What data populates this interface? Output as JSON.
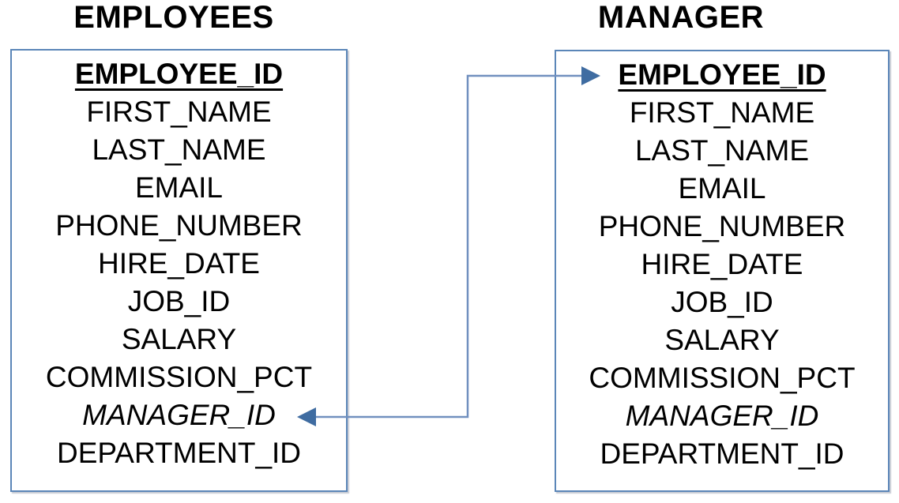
{
  "diagram": {
    "tables": [
      {
        "id": "employees",
        "title": "EMPLOYEES",
        "fields": [
          {
            "name": "EMPLOYEE_ID",
            "role": "primary-key"
          },
          {
            "name": "FIRST_NAME",
            "role": "column"
          },
          {
            "name": "LAST_NAME",
            "role": "column"
          },
          {
            "name": "EMAIL",
            "role": "column"
          },
          {
            "name": "PHONE_NUMBER",
            "role": "column"
          },
          {
            "name": "HIRE_DATE",
            "role": "column"
          },
          {
            "name": "JOB_ID",
            "role": "column"
          },
          {
            "name": "SALARY",
            "role": "column"
          },
          {
            "name": "COMMISSION_PCT",
            "role": "column"
          },
          {
            "name": "MANAGER_ID",
            "role": "foreign-key"
          },
          {
            "name": "DEPARTMENT_ID",
            "role": "column"
          }
        ]
      },
      {
        "id": "manager",
        "title": "MANAGER",
        "fields": [
          {
            "name": "EMPLOYEE_ID",
            "role": "primary-key"
          },
          {
            "name": "FIRST_NAME",
            "role": "column"
          },
          {
            "name": "LAST_NAME",
            "role": "column"
          },
          {
            "name": "EMAIL",
            "role": "column"
          },
          {
            "name": "PHONE_NUMBER",
            "role": "column"
          },
          {
            "name": "HIRE_DATE",
            "role": "column"
          },
          {
            "name": "JOB_ID",
            "role": "column"
          },
          {
            "name": "SALARY",
            "role": "column"
          },
          {
            "name": "COMMISSION_PCT",
            "role": "column"
          },
          {
            "name": "MANAGER_ID",
            "role": "foreign-key"
          },
          {
            "name": "DEPARTMENT_ID",
            "role": "column"
          }
        ]
      }
    ],
    "relationship": {
      "from_table": "EMPLOYEES",
      "from_field": "MANAGER_ID",
      "to_table": "MANAGER",
      "to_field": "EMPLOYEE_ID",
      "double_headed": true,
      "line_color": "#7190bf",
      "arrowhead_color": "#3f6ca1"
    },
    "colors": {
      "box_border": "#5b86b8",
      "background": "#ffffff",
      "text": "#000000"
    }
  }
}
